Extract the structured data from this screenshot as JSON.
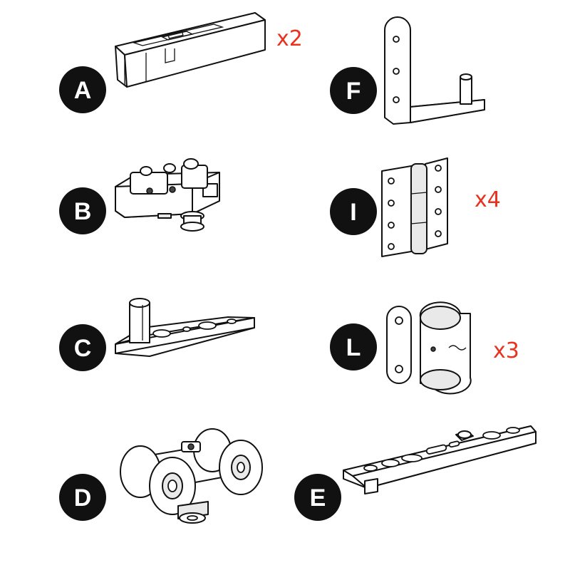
{
  "colors": {
    "badge": "#111111",
    "badge_text": "#ffffff",
    "quantity": "#e8321e",
    "line": "#111111"
  },
  "parts": [
    {
      "id": "A",
      "label": "A",
      "quantity": "x2",
      "icon": "door-stop-block-icon"
    },
    {
      "id": "B",
      "label": "B",
      "quantity": "",
      "icon": "roller-carriage-icon"
    },
    {
      "id": "C",
      "label": "C",
      "quantity": "",
      "icon": "pivot-pin-plate-icon"
    },
    {
      "id": "D",
      "label": "D",
      "quantity": "",
      "icon": "wheel-trolley-icon"
    },
    {
      "id": "F",
      "label": "F",
      "quantity": "",
      "icon": "l-bracket-pin-icon"
    },
    {
      "id": "I",
      "label": "I",
      "quantity": "x4",
      "icon": "butt-hinge-icon"
    },
    {
      "id": "L",
      "label": "L",
      "quantity": "x3",
      "icon": "connector-clip-icon"
    },
    {
      "id": "E",
      "label": "E",
      "quantity": "",
      "icon": "slotted-track-plate-icon"
    }
  ]
}
